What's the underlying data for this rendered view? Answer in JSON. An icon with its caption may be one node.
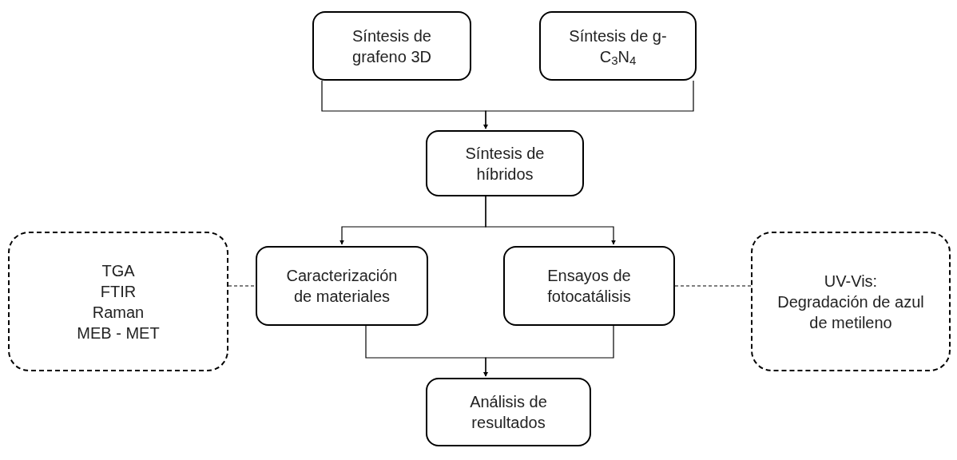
{
  "diagram": {
    "nodes": [
      {
        "text": [
          "Síntesis de grafeno 3D"
        ]
      },
      {
        "text": [
          "Síntesis de g-C$_{3}$N$_{4}$"
        ]
      },
      {
        "text": [
          "Síntesis de híbridos"
        ]
      },
      {
        "text": [
          "TGA",
          "FTIR",
          "Raman",
          "MEB - MET"
        ]
      },
      {
        "text": [
          "Caracterización de materiales"
        ]
      },
      {
        "text": [
          "Ensayos de fotocatálisis"
        ]
      },
      {
        "text": [
          "UV-Vis:",
          "Degradación de azul de metileno"
        ]
      },
      {
        "text": [
          "Análisis de resultados"
        ]
      }
    ],
    "edges": [
      {
        "from": 0,
        "to": 2,
        "arrow": "to"
      },
      {
        "from": 1,
        "to": 2,
        "arrow": "to"
      },
      {
        "from": 2,
        "to": 4,
        "arrow": "to"
      },
      {
        "from": 2,
        "to": 5,
        "arrow": "to"
      },
      {
        "from": 3,
        "to": 4,
        "arrow": "none",
        "style": "dashed"
      },
      {
        "from": 5,
        "to": 6,
        "arrow": "none",
        "style": "dashed"
      },
      {
        "from": 4,
        "to": 7,
        "arrow": "to"
      },
      {
        "from": 5,
        "to": 7,
        "arrow": "to"
      }
    ]
  }
}
